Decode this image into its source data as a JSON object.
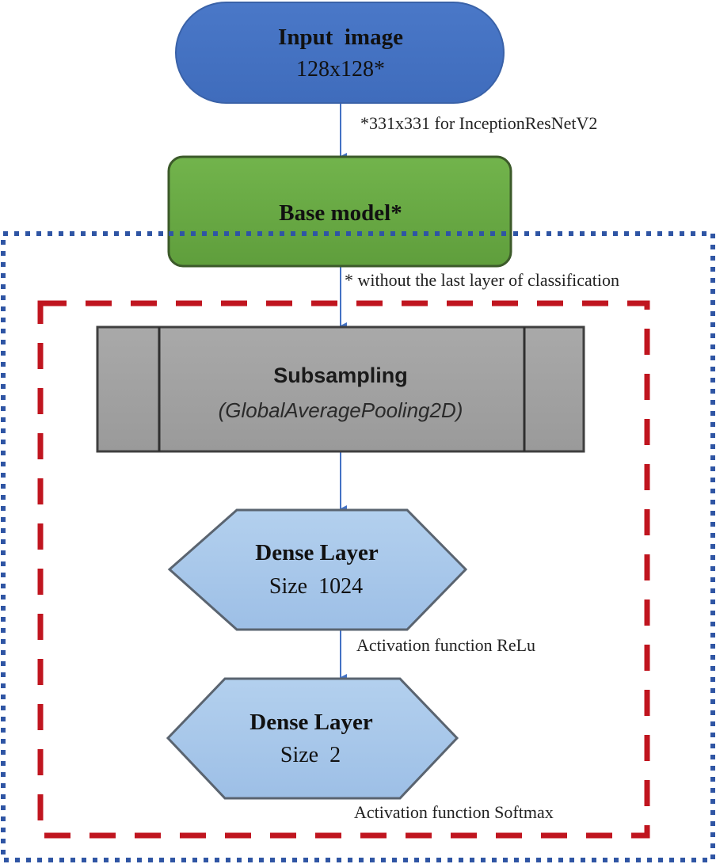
{
  "colors": {
    "input_fill": "#4472c4",
    "input_stroke": "#3a62a8",
    "base_fill": "#6aad46",
    "base_stroke": "#3c5a2a",
    "subsampling_fill": "#a6a6a6",
    "subsampling_stroke": "#3f3f3f",
    "dense_fill": "#a9c8ea",
    "dense_stroke": "#5a6470",
    "arrow": "#4472c4",
    "outer_dotted_border": "#2f55a4",
    "inner_dashed_border": "#c0151f",
    "text": "#111111"
  },
  "nodes": {
    "input": {
      "title": "Input  image",
      "subtitle": "128x128*"
    },
    "base_model": {
      "title": "Base model*"
    },
    "subsampling": {
      "title": "Subsampling",
      "subtitle": "(GlobalAveragePooling2D)"
    },
    "dense1": {
      "title": "Dense Layer",
      "subtitle": "Size  1024"
    },
    "dense2": {
      "title": "Dense Layer",
      "subtitle": "Size  2"
    }
  },
  "annotations": {
    "input_note": "*331x331 for InceptionResNetV2",
    "base_note": "* without the last layer of classification",
    "dense1_activation": "Activation function ReLu",
    "dense2_activation": "Activation function Softmax"
  },
  "edges": [
    {
      "from": "input",
      "to": "base_model"
    },
    {
      "from": "base_model",
      "to": "subsampling"
    },
    {
      "from": "subsampling",
      "to": "dense1"
    },
    {
      "from": "dense1",
      "to": "dense2"
    }
  ]
}
